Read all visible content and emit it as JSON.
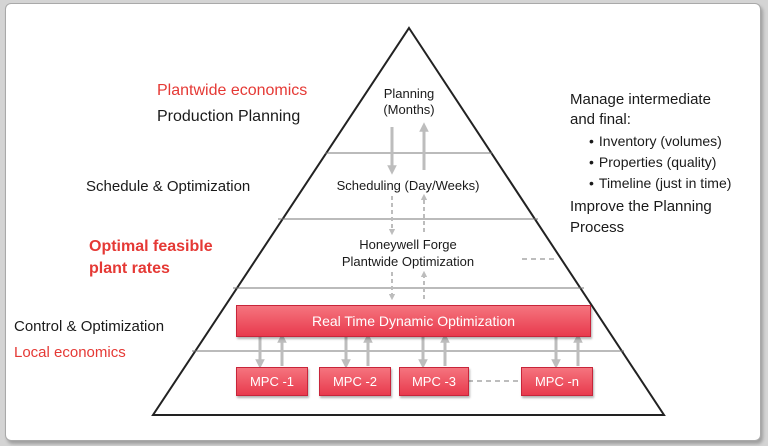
{
  "left_labels": {
    "plantwide_economics": "Plantwide economics",
    "production_planning": "Production Planning",
    "schedule_optimization": "Schedule & Optimization",
    "optimal_feasible": "Optimal feasible",
    "plant_rates": "plant rates",
    "control_optimization": "Control & Optimization",
    "local_economics": "Local economics"
  },
  "pyramid": {
    "planning_line1": "Planning",
    "planning_line2": "(Months)",
    "scheduling": "Scheduling (Day/Weeks)",
    "forge_line1": "Honeywell Forge",
    "forge_line2": "Plantwide Optimization",
    "rtdo": "Real Time Dynamic Optimization",
    "mpc": [
      "MPC -1",
      "MPC -2",
      "MPC -3",
      "MPC -n"
    ]
  },
  "right_panel": {
    "heading_line1": "Manage intermediate",
    "heading_line2": "and final:",
    "bullets": [
      "Inventory (volumes)",
      "Properties (quality)",
      "Timeline (just in time)"
    ],
    "improve_line1": "Improve the Planning",
    "improve_line2": "Process"
  },
  "colors": {
    "accent_red": "#e53935",
    "box_fill": "#ec4a5a",
    "arrow_gray": "#bdbdbd"
  }
}
